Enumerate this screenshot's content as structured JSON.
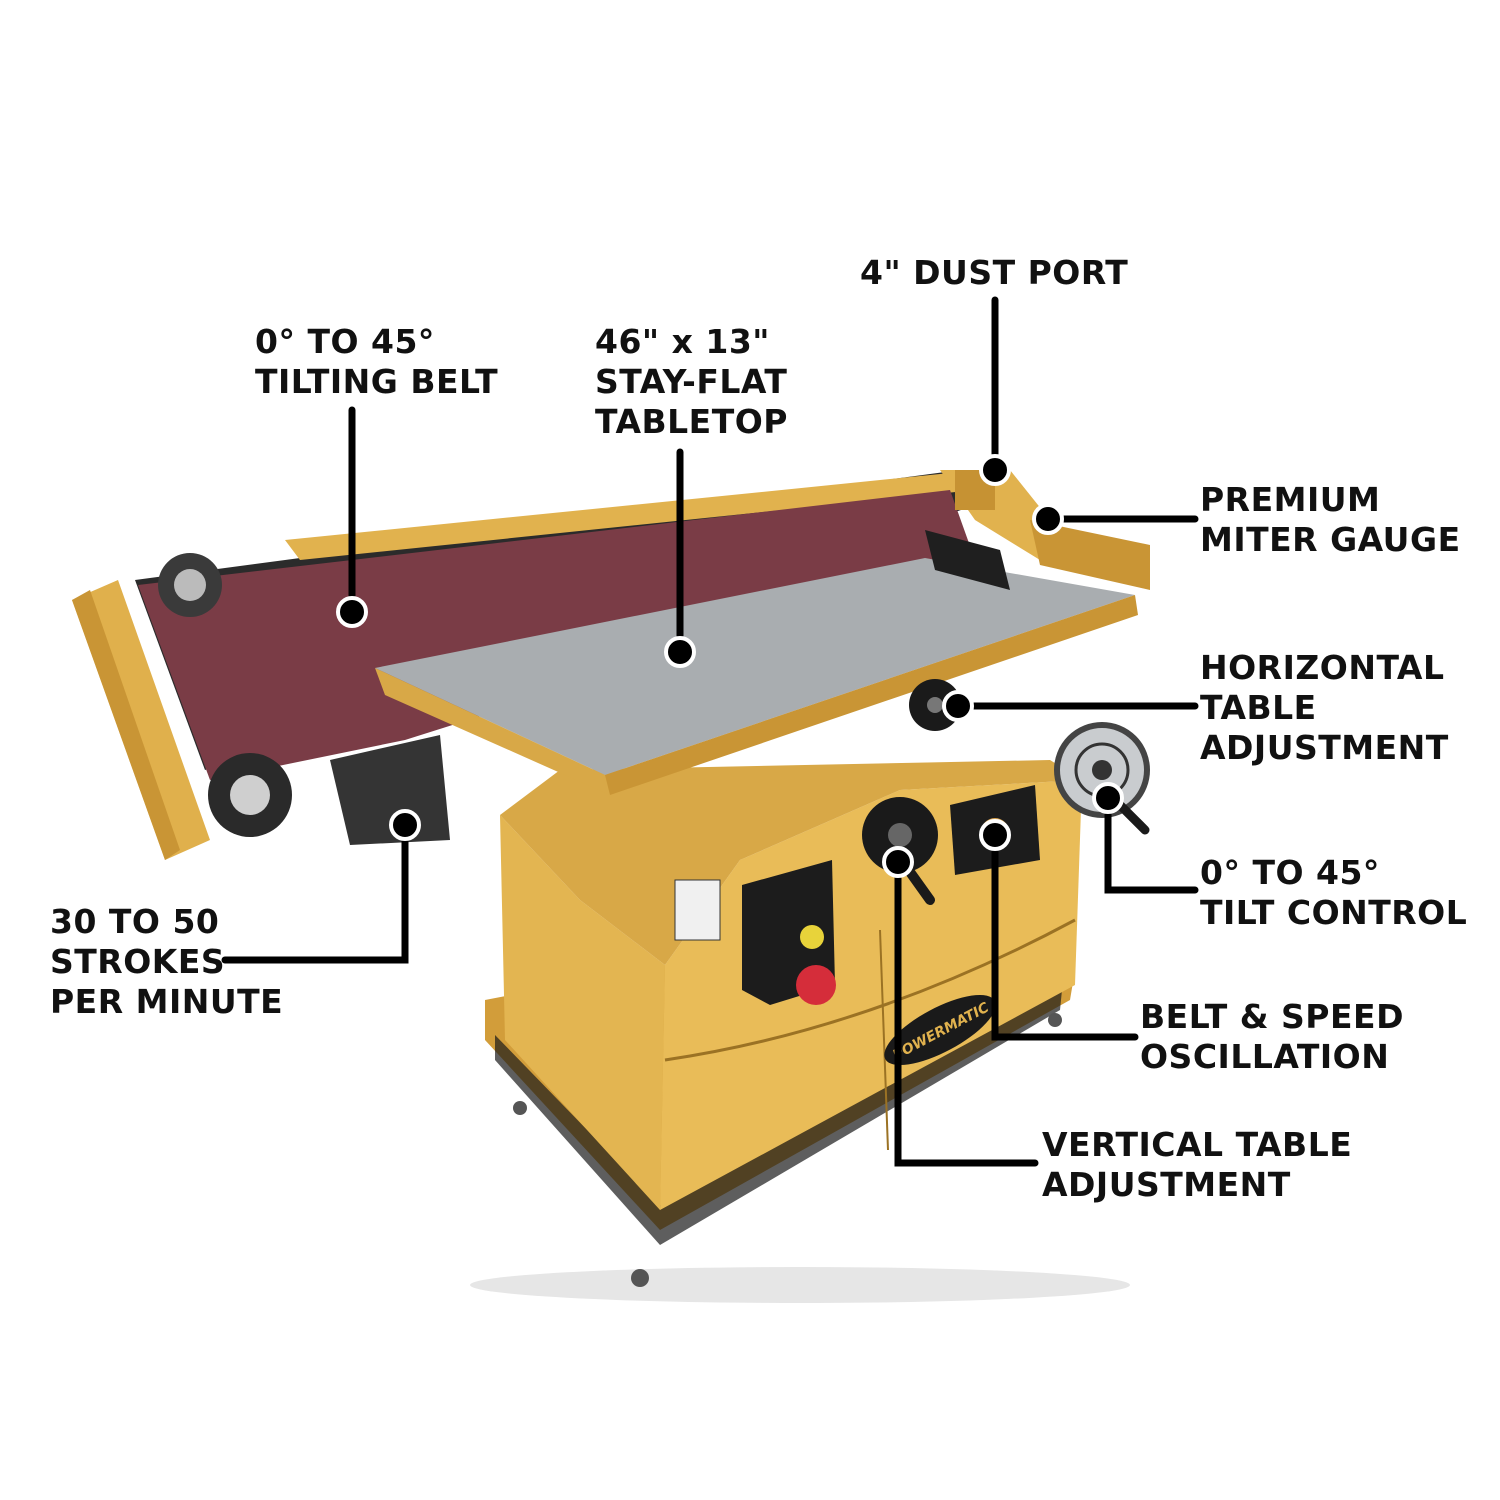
{
  "colors": {
    "machine_yellow": "#e1b24e",
    "belt": "#7a3c46",
    "table": "#9ea3a6",
    "leader": "#000000"
  },
  "callouts": {
    "tilting_belt": [
      "0° TO 45°",
      "TILTING BELT"
    ],
    "tabletop": [
      "46\" x 13\"",
      "STAY-FLAT",
      "TABLETOP"
    ],
    "dust_port": [
      "4\" DUST PORT"
    ],
    "miter_gauge": [
      "PREMIUM",
      "MITER GAUGE"
    ],
    "horizontal_table": [
      "HORIZONTAL",
      "TABLE",
      "ADJUSTMENT"
    ],
    "tilt_control": [
      "0° TO 45°",
      "TILT CONTROL"
    ],
    "strokes": [
      "30 TO 50",
      "STROKES",
      "PER MINUTE"
    ],
    "belt_speed": [
      "BELT & SPEED",
      "OSCILLATION"
    ],
    "vertical_table": [
      "VERTICAL TABLE",
      "ADJUSTMENT"
    ]
  },
  "brand": "POWERMATIC"
}
